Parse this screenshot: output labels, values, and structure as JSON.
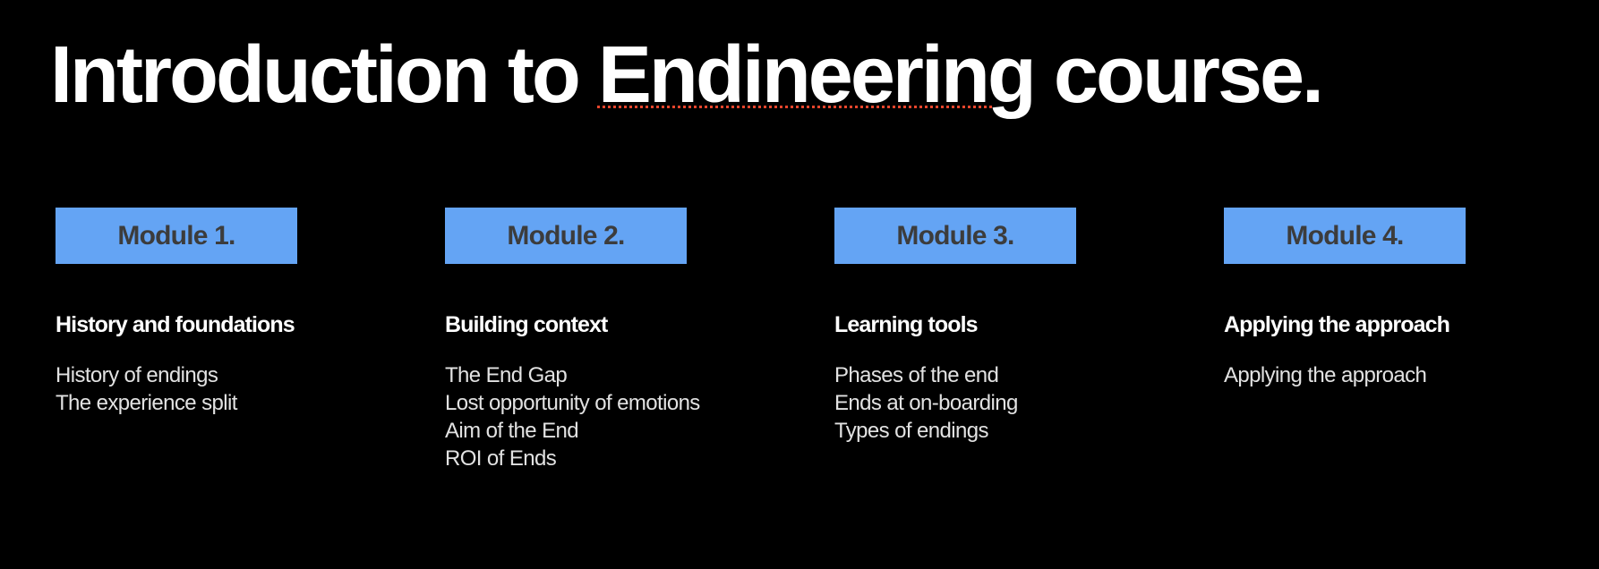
{
  "theme": {
    "background": "#000000",
    "badge_background": "#64a4f4",
    "badge_text": "#3c3c3c",
    "heading_text": "#ffffff",
    "list_text": "#e2e2e2",
    "spellcheck_underline": "#e8452c"
  },
  "title": {
    "part_before": "Introduction to ",
    "misspelled_word": "Endineering",
    "part_after": " course."
  },
  "columns": [
    {
      "badge": "Module 1.",
      "heading": "History and foundations",
      "items": [
        "History of endings",
        "The experience split"
      ]
    },
    {
      "badge": "Module 2.",
      "heading": "Building context",
      "items": [
        "The End Gap",
        "Lost opportunity of emotions",
        "Aim of the End",
        "ROI of Ends"
      ]
    },
    {
      "badge": "Module 3.",
      "heading": "Learning tools",
      "items": [
        "Phases of the end",
        "Ends at on-boarding",
        "Types of endings"
      ]
    },
    {
      "badge": "Module 4.",
      "heading": "Applying the approach",
      "items": [
        "Applying the approach"
      ]
    }
  ]
}
